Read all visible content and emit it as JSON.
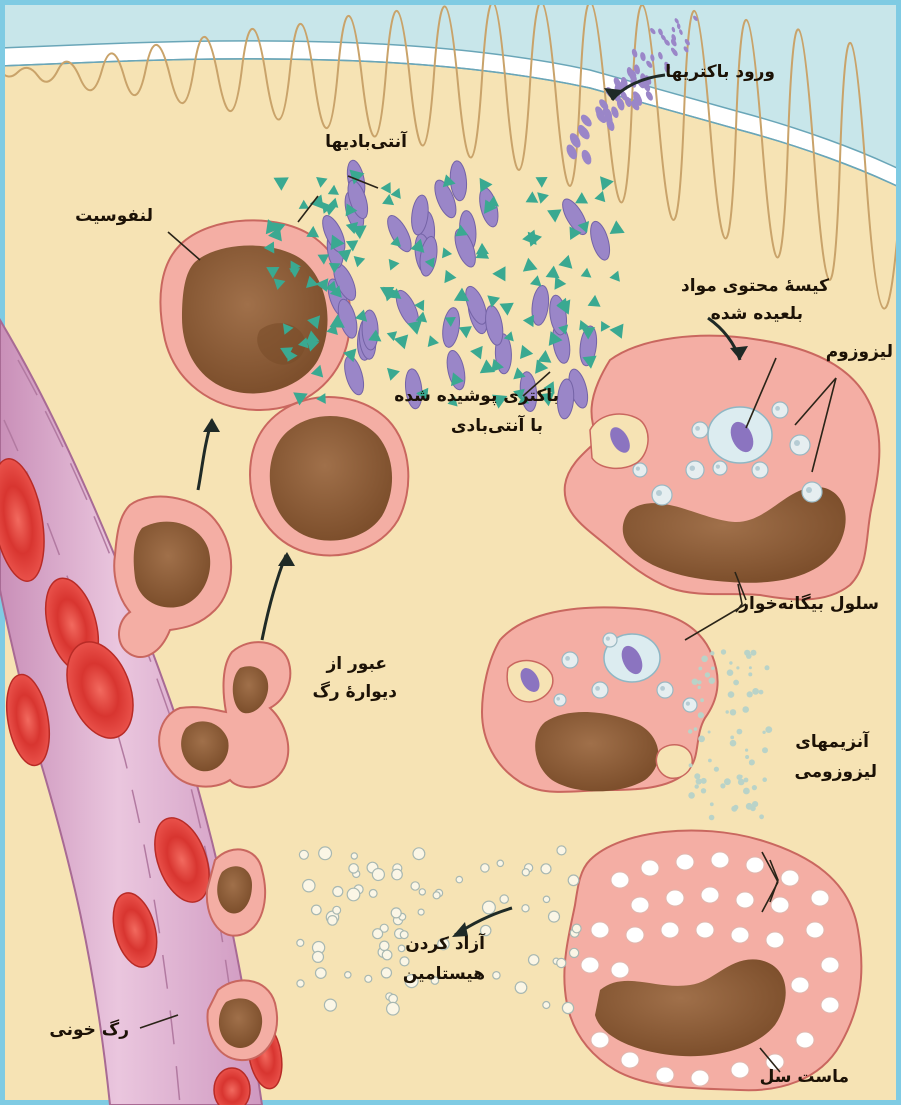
{
  "colors": {
    "background": "#f6e3b4",
    "sea": "#c8e6ea",
    "frame": "#7fcbe3",
    "cell_pink": "#f4aea4",
    "cell_outline": "#c9675f",
    "nucleus": "#8c5c34",
    "bacteria": "#9a86c8",
    "antibody": "#3aa991",
    "vessel": "#e2b2d0",
    "red_blood_cell": "#e8403a"
  },
  "labels": {
    "bacteria_entry": "ورود باکتریها",
    "antibodies": "آنتی‌بادیها",
    "lymphocyte": "لنفوسیت",
    "vesicle_line1": "کیسهٔ محتوی مواد",
    "vesicle_line2": "بلعیده شده",
    "lysosome": "لیزوزوم",
    "coated_line1": "باکتری پوشیده شده",
    "coated_line2": "با آنتی‌بادی",
    "phagocyte": "سلول بیگانه‌خوار",
    "crossing_line1": "عبور از",
    "crossing_line2": "دیوارهٔ رگ",
    "enzymes_line1": "آنزیمهای",
    "enzymes_line2": "لیزوزومی",
    "histamine_line1": "آزاد کردن",
    "histamine_line2": "هیستامین",
    "blood_vessel": "رگ خونی",
    "mast_cell": "ماست سل"
  }
}
